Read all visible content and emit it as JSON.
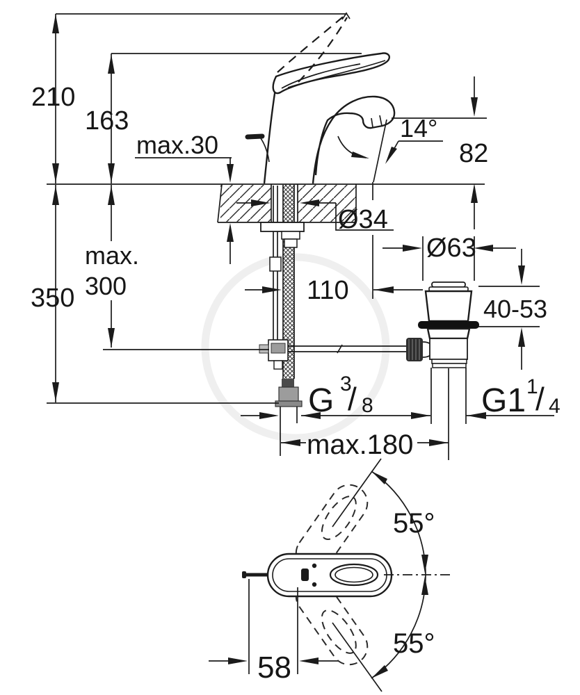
{
  "page": {
    "background": "#ffffff",
    "line_color": "#1b1b1b",
    "fitting_gray": "#9c9c9c",
    "knob_dark": "#2e2e2e"
  },
  "side_view": {
    "overall_height": "210",
    "spout_height": "163",
    "max_deck_thickness": "max.30",
    "spout_angle": "14°",
    "outlet_to_deck": "82",
    "hole_diameter": "Ø34",
    "hose_max_label": "max.",
    "hose_max_value": "300",
    "supply_height": "350",
    "spout_reach": "110",
    "waste_top_diameter": "Ø63",
    "clamping_range": "40-53",
    "hose_thread_g": "G",
    "hose_thread_num": "3",
    "hose_thread_slash": "/",
    "hose_thread_den": "8",
    "waste_thread_g": "G1",
    "waste_thread_num": "1",
    "waste_thread_slash": "/",
    "waste_thread_den": "4",
    "rod_max_reach": "max.180"
  },
  "top_view": {
    "handle_swivel_upper": "55°",
    "handle_swivel_lower": "55°",
    "handle_center_offset": "58"
  }
}
